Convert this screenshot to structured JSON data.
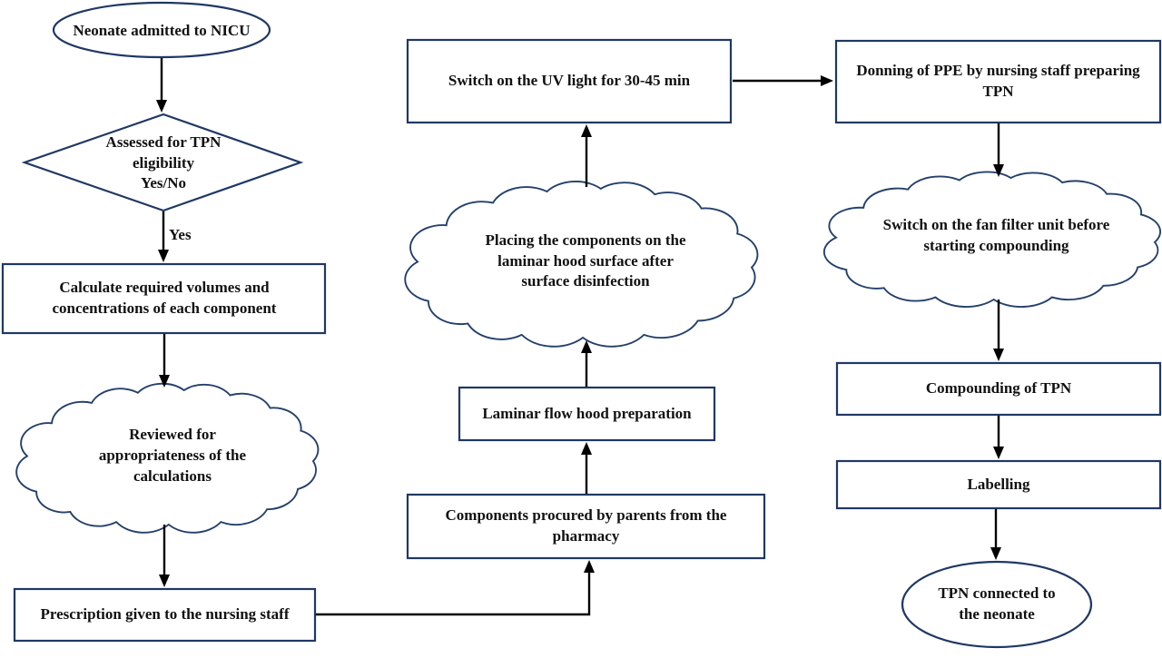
{
  "flowchart": {
    "description": "TPN preparation workflow in the NICU",
    "colors": {
      "shape_outline": "#1f3864",
      "cloud_outline": "#24406b",
      "arrow": "#000000",
      "text": "#111111",
      "background": "#ffffff"
    },
    "nodes": {
      "neonate_admitted": {
        "shape": "ellipse",
        "label": "Neonate admitted to NICU"
      },
      "tpn_eligibility": {
        "shape": "diamond",
        "label": "Assessed for TPN\neligibility\nYes/No"
      },
      "calculate_volumes": {
        "shape": "rectangle",
        "label": "Calculate required volumes and\nconcentrations of each component"
      },
      "review_calculations": {
        "shape": "cloud",
        "label": "Reviewed for\nappropriateness of the\ncalculations"
      },
      "prescription_nursing": {
        "shape": "rectangle",
        "label": "Prescription given to the  nursing staff"
      },
      "components_procured": {
        "shape": "rectangle",
        "label": "Components procured by parents from the\npharmacy"
      },
      "laminar_prep": {
        "shape": "rectangle",
        "label": "Laminar flow hood preparation"
      },
      "placing_components": {
        "shape": "cloud",
        "label": "Placing the components on the\nlaminar hood surface after\nsurface disinfection"
      },
      "uv_light": {
        "shape": "rectangle",
        "label": "Switch on the UV light for 30-45 min"
      },
      "donning_ppe": {
        "shape": "rectangle",
        "label": "Donning of PPE by nursing staff preparing\nTPN"
      },
      "fan_filter": {
        "shape": "cloud",
        "label": "Switch on the fan filter unit before\nstarting compounding"
      },
      "compounding_tpn": {
        "shape": "rectangle",
        "label": "Compounding  of TPN"
      },
      "labelling": {
        "shape": "rectangle",
        "label": "Labelling"
      },
      "tpn_connected": {
        "shape": "ellipse",
        "label": "TPN connected to\nthe neonate"
      }
    },
    "edge_label_yes": "Yes",
    "edges": [
      {
        "from": "neonate_admitted",
        "to": "tpn_eligibility"
      },
      {
        "from": "tpn_eligibility",
        "to": "calculate_volumes",
        "label": "Yes"
      },
      {
        "from": "calculate_volumes",
        "to": "review_calculations"
      },
      {
        "from": "review_calculations",
        "to": "prescription_nursing"
      },
      {
        "from": "prescription_nursing",
        "to": "components_procured"
      },
      {
        "from": "components_procured",
        "to": "laminar_prep"
      },
      {
        "from": "laminar_prep",
        "to": "placing_components"
      },
      {
        "from": "placing_components",
        "to": "uv_light"
      },
      {
        "from": "uv_light",
        "to": "donning_ppe"
      },
      {
        "from": "donning_ppe",
        "to": "fan_filter"
      },
      {
        "from": "fan_filter",
        "to": "compounding_tpn"
      },
      {
        "from": "compounding_tpn",
        "to": "labelling"
      },
      {
        "from": "labelling",
        "to": "tpn_connected"
      }
    ]
  }
}
